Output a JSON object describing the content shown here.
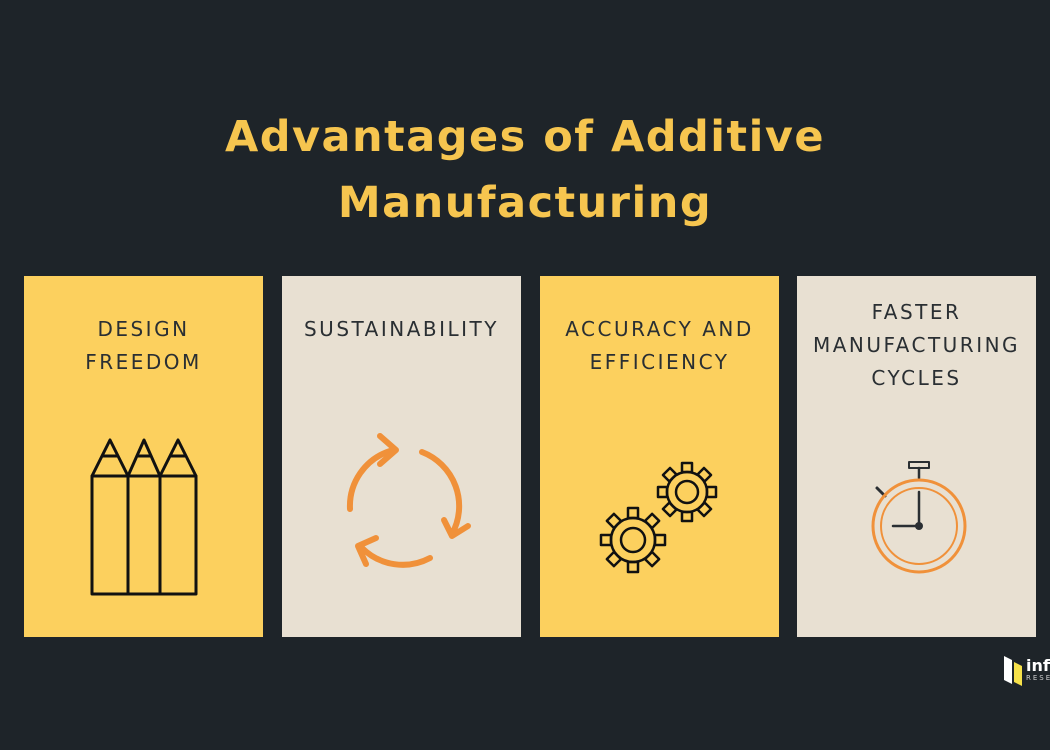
{
  "title": {
    "line1": "Advantages of Additive",
    "line2": "Manufacturing"
  },
  "cards": [
    {
      "line1": "DESIGN",
      "line2": "FREEDOM",
      "icon": "pencils-icon",
      "color": "#fcd05e"
    },
    {
      "line1": "SUSTAINABILITY",
      "icon": "recycle-arrows-icon",
      "color": "#e8e0d2"
    },
    {
      "line1": "ACCURACY AND",
      "line2": "EFFICIENCY",
      "icon": "gears-icon",
      "color": "#fcd05e"
    },
    {
      "line1": "FASTER",
      "line2": "MANUFACTURING",
      "line3": "CYCLES",
      "icon": "stopwatch-icon",
      "color": "#e8e0d2"
    }
  ],
  "logo": {
    "word": "infin",
    "sub": "RESEARCH"
  },
  "colors": {
    "background": "#1e2429",
    "accent": "#f6c54f",
    "orange": "#f0913a"
  }
}
